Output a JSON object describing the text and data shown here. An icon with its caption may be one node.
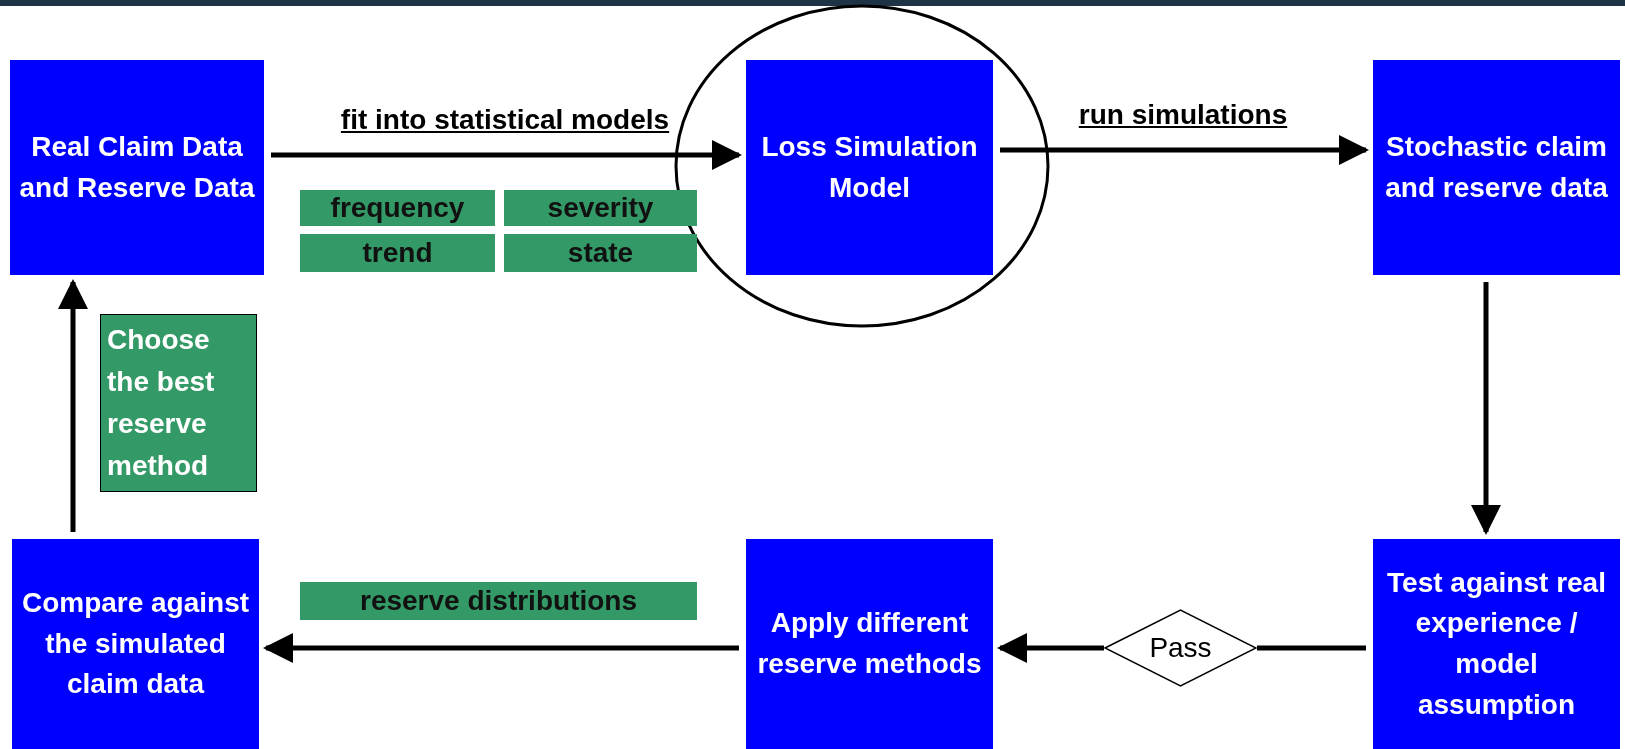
{
  "diagram": {
    "nodes": [
      {
        "text": [
          "Real Claim Data and Reserve Data"
        ]
      },
      {
        "text": [
          "Loss Simulation Model"
        ]
      },
      {
        "text": [
          "Stochastic claim and reserve data"
        ]
      },
      {
        "text": [
          "Test against real experience / model assumption"
        ]
      },
      {
        "text": [
          "Pass"
        ]
      },
      {
        "text": [
          "Apply different reserve methods"
        ]
      },
      {
        "text": [
          "Compare against the simulated claim data"
        ]
      },
      {
        "text": [
          "frequency"
        ]
      },
      {
        "text": [
          "severity"
        ]
      },
      {
        "text": [
          "trend"
        ]
      },
      {
        "text": [
          "state"
        ]
      },
      {
        "text": [
          "reserve distributions"
        ]
      },
      {
        "text": [
          "Choose the best reserve method"
        ]
      }
    ],
    "edges": [
      {
        "from": 0,
        "to": 1,
        "arrow": "to",
        "label": "fit into statistical models"
      },
      {
        "from": 1,
        "to": 2,
        "arrow": "to",
        "label": "run simulations"
      },
      {
        "from": 2,
        "to": 3,
        "arrow": "to"
      },
      {
        "from": 3,
        "to": 4,
        "arrow": "none"
      },
      {
        "from": 4,
        "to": 5,
        "arrow": "to"
      },
      {
        "from": 5,
        "to": 6,
        "arrow": "to"
      },
      {
        "from": 6,
        "to": 0,
        "arrow": "to"
      }
    ]
  }
}
